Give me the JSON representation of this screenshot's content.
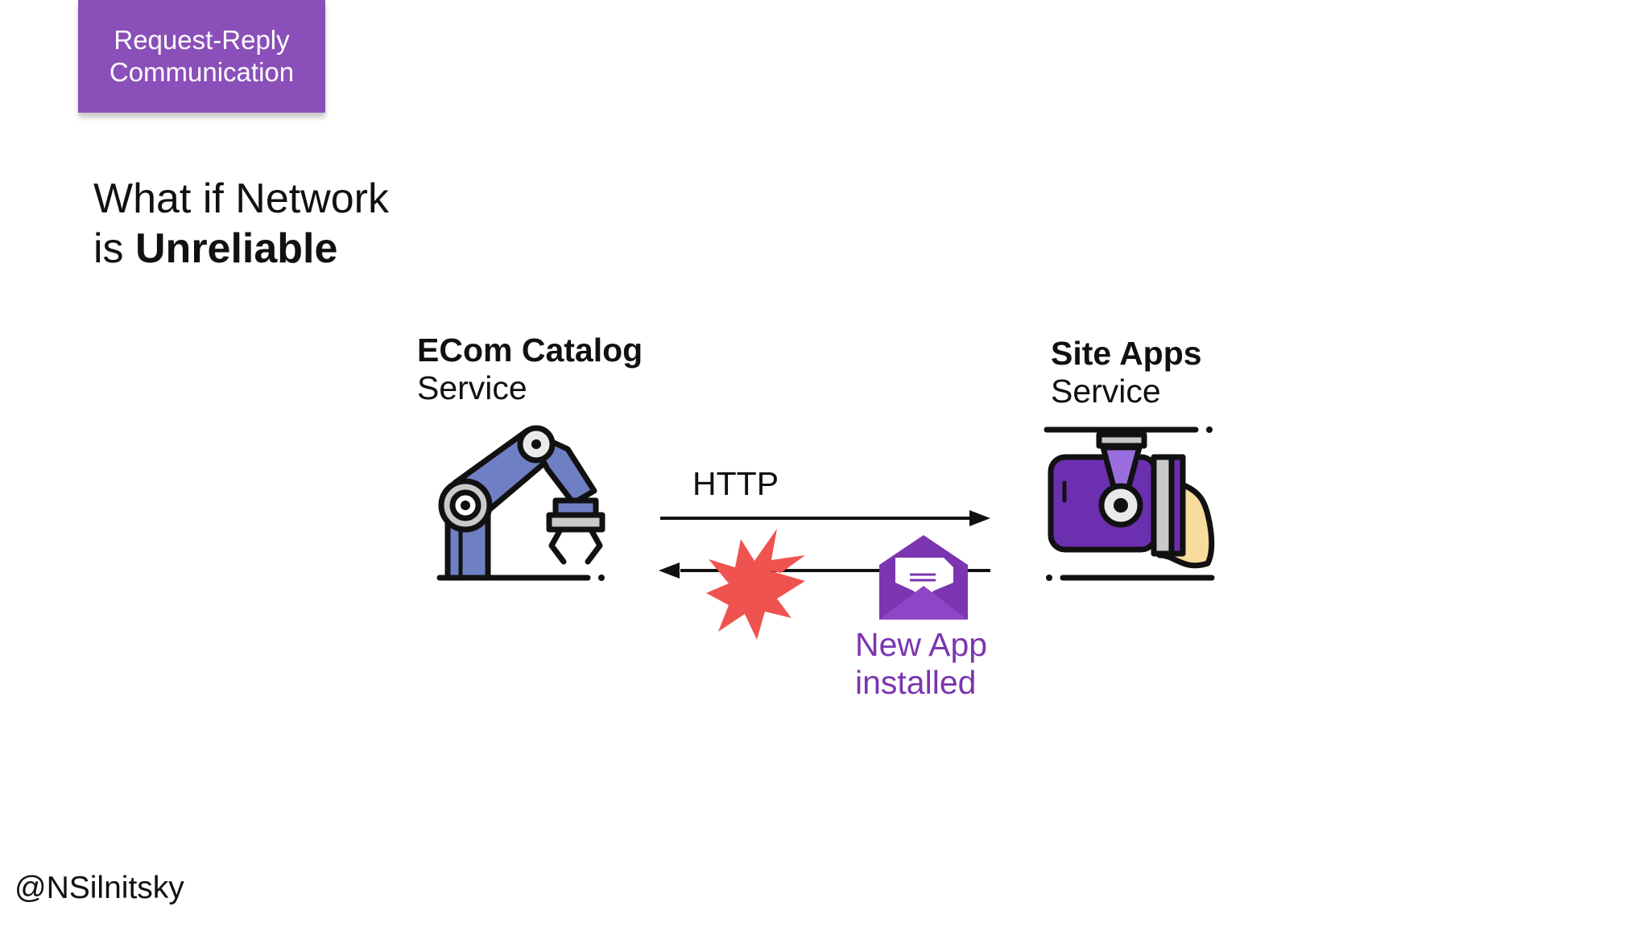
{
  "section_tag": {
    "line1": "Request-Reply",
    "line2": "Communication"
  },
  "title": {
    "line1": "What if Network",
    "line2_prefix": "is ",
    "line2_bold": "Unreliable"
  },
  "services": {
    "left": {
      "name": "ECom Catalog",
      "sub": "Service",
      "icon": "robotic-arm-icon"
    },
    "right": {
      "name": "Site Apps",
      "sub": "Service",
      "icon": "printer-machine-icon"
    }
  },
  "connection": {
    "protocol": "HTTP",
    "failure_icon": "explosion-icon",
    "message_icon": "envelope-icon",
    "message_line1": "New App",
    "message_line2": "installed"
  },
  "author_handle": "@NSilnitsky",
  "colors": {
    "tag_bg": "#8a4fb8",
    "accent_purple": "#7b35b0",
    "explosion_red": "#ef5350",
    "arm_blue": "#6f7fc4"
  }
}
